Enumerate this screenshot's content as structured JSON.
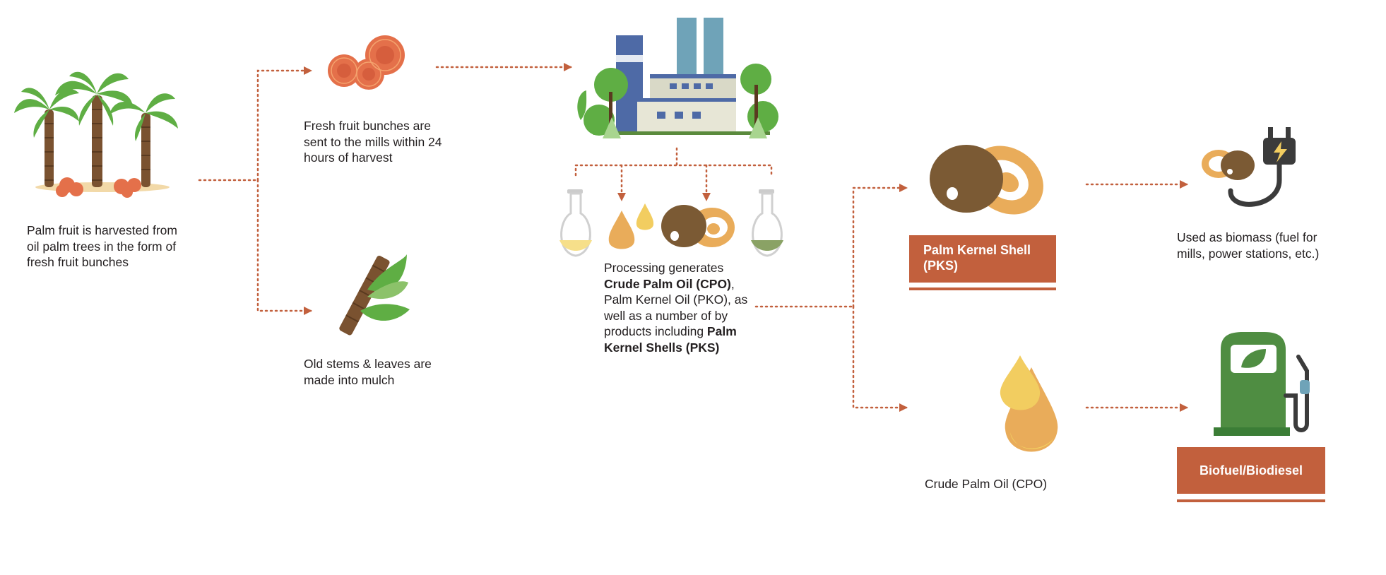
{
  "colors": {
    "connector": "#c2603d",
    "label_bg": "#c2603d",
    "label_text": "#ffffff",
    "palm_leaf": "#5fae44",
    "trunk": "#7a5230",
    "fruit": "#e4704a",
    "factory_blue": "#4e6aa6",
    "factory_teal": "#6fa3b8",
    "oil_gold": "#e9ac5a",
    "oil_yellow": "#f2cd60",
    "kernel_brown": "#7b5a34",
    "pump_green": "#4f8d42"
  },
  "steps": {
    "harvest": {
      "text": "Palm fruit is harvested from oil palm trees in the form of fresh fruit bunches",
      "icon": "palm-trees-icon"
    },
    "fresh_fruit": {
      "text": "Fresh fruit bunches are sent to the mills within 24 hours of harvest",
      "icon": "fruit-bunches-icon"
    },
    "mulch": {
      "text": "Old stems & leaves are made into mulch",
      "icon": "stem-leaves-icon"
    },
    "processing": {
      "pre": "Processing generates ",
      "bold1": "Crude Palm Oil (CPO)",
      "mid": ", Palm Kernel Oil (PKO), as well as a number of by products including ",
      "bold2": "Palm Kernel Shells (PKS)",
      "icon": "factory-icon"
    },
    "pks": {
      "label": "Palm Kernel Shell (PKS)",
      "icon": "palm-kernel-icon"
    },
    "cpo": {
      "caption": "Crude Palm Oil (CPO)",
      "icon": "oil-drops-icon"
    },
    "biomass": {
      "text": "Used as biomass (fuel for mills, power stations, etc.)",
      "icon": "biomass-plug-icon"
    },
    "biofuel": {
      "label": "Biofuel/Biodiesel",
      "icon": "fuel-pump-icon"
    }
  }
}
